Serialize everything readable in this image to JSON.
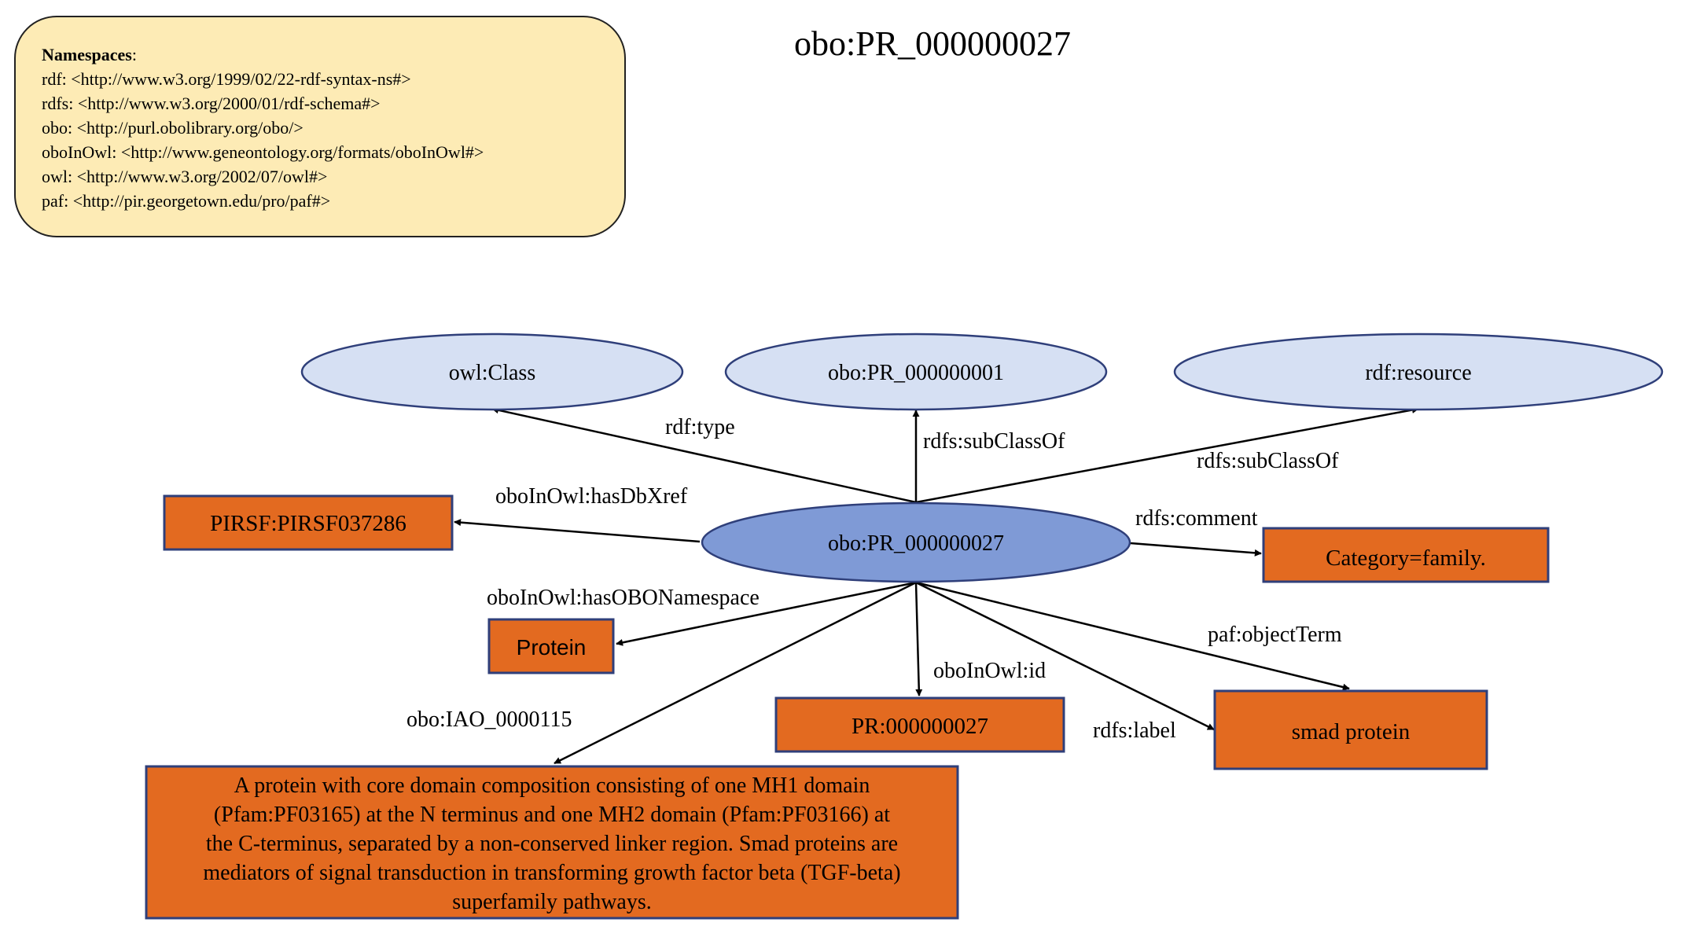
{
  "title": "obo:PR_000000027",
  "namespaces": {
    "header": "Namespaces",
    "header_suffix": ":",
    "lines": [
      "rdf: <http://www.w3.org/1999/02/22-rdf-syntax-ns#>",
      "rdfs: <http://www.w3.org/2000/01/rdf-schema#>",
      "obo: <http://purl.obolibrary.org/obo/>",
      "oboInOwl: <http://www.geneontology.org/formats/oboInOwl#>",
      "owl: <http://www.w3.org/2002/07/owl#>",
      "paf: <http://pir.georgetown.edu/pro/paf#>"
    ]
  },
  "colors": {
    "ellipse_light": "#d6e0f3",
    "ellipse_center": "#7f9ad6",
    "ellipse_stroke": "#2f3f7a",
    "box_fill": "#e36a20",
    "box_stroke": "#2f3f7a",
    "ns_fill": "#fdebb5"
  },
  "nodes": {
    "center": "obo:PR_000000027",
    "owl_class": "owl:Class",
    "parent": "obo:PR_000000001",
    "rdf_resource": "rdf:resource",
    "pirsf": "PIRSF:PIRSF037286",
    "category": "Category=family.",
    "protein": "Protein",
    "pr_id": "PR:000000027",
    "label": "smad protein",
    "definition": [
      "A protein with core domain composition consisting of one MH1 domain",
      "(Pfam:PF03165) at the N terminus and one MH2 domain (Pfam:PF03166) at",
      "the C-terminus, separated by a non-conserved linker region. Smad proteins are",
      "mediators of signal transduction in transforming growth factor beta (TGF-beta)",
      "superfamily pathways."
    ]
  },
  "edges": {
    "type": "rdf:type",
    "subclass_parent": "rdfs:subClassOf",
    "subclass_resource": "rdfs:subClassOf",
    "dbxref": "oboInOwl:hasDbXref",
    "comment": "rdfs:comment",
    "namespace": "oboInOwl:hasOBONamespace",
    "id": "oboInOwl:id",
    "object_term": "paf:objectTerm",
    "rdfs_label": "rdfs:label",
    "iao": "obo:IAO_0000115"
  }
}
